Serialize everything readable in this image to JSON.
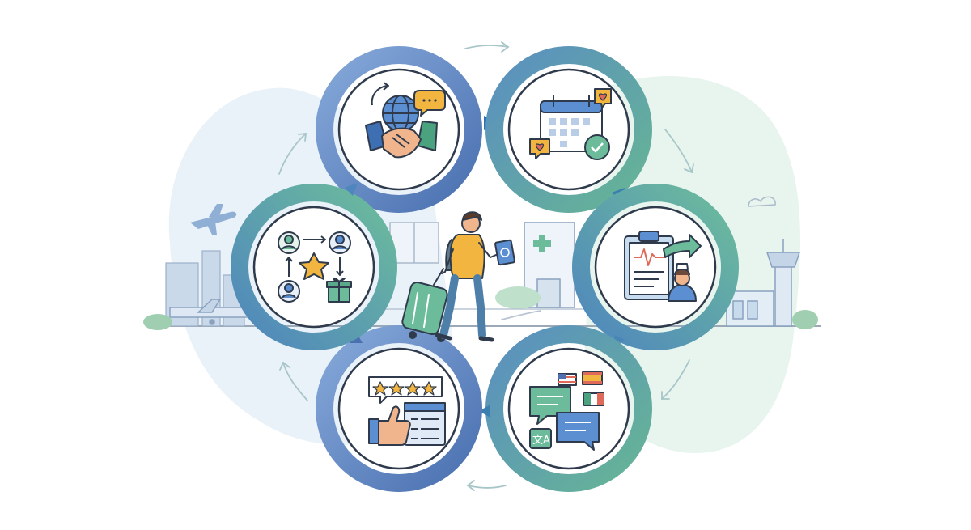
{
  "colors": {
    "blue": "#4f78b8",
    "blue_light": "#7fa3d6",
    "green": "#5aa98a",
    "green_light": "#8fcdb3",
    "bg_blue": "#e7eff8",
    "bg_green": "#e6f3ec",
    "outline": "#2f3b4c",
    "yellow": "#f2b640",
    "skin": "#f1b58e",
    "red": "#e06a5a"
  },
  "steps": [
    {
      "id": "partnership",
      "icon": "handshake-globe-icon"
    },
    {
      "id": "appointment",
      "icon": "calendar-check-icon"
    },
    {
      "id": "care",
      "icon": "clipboard-nurse-icon"
    },
    {
      "id": "translation",
      "icon": "chat-translate-icon"
    },
    {
      "id": "feedback",
      "icon": "thumbs-up-review-icon"
    },
    {
      "id": "loyalty",
      "icon": "referral-star-gift-icon"
    }
  ],
  "traveler": {
    "icon": "traveler-luggage-passport-icon"
  },
  "background": {
    "icons": [
      "airplane-icon",
      "city-skyline-icon",
      "hospital-icon",
      "control-tower-icon"
    ]
  }
}
